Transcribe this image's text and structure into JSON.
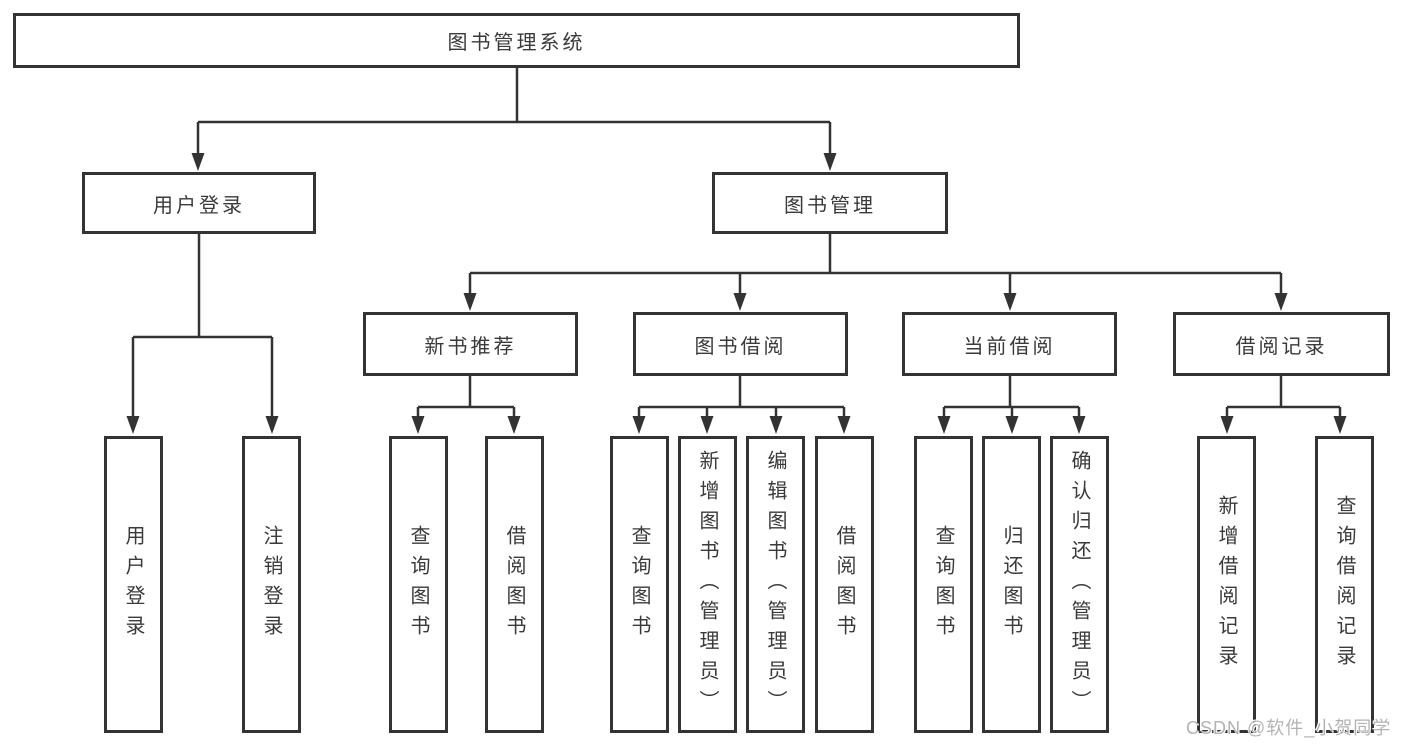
{
  "diagram": {
    "type": "hierarchy-tree",
    "root": {
      "label": "图书管理系统"
    },
    "branches": [
      {
        "label": "用户登录",
        "children": [
          {
            "label": "用户登录"
          },
          {
            "label": "注销登录"
          }
        ]
      },
      {
        "label": "图书管理",
        "children": [
          {
            "label": "新书推荐",
            "children": [
              {
                "label": "查询图书"
              },
              {
                "label": "借阅图书"
              }
            ]
          },
          {
            "label": "图书借阅",
            "children": [
              {
                "label": "查询图书"
              },
              {
                "label": "新增图书（管理员）"
              },
              {
                "label": "编辑图书（管理员）"
              },
              {
                "label": "借阅图书"
              }
            ]
          },
          {
            "label": "当前借阅",
            "children": [
              {
                "label": "查询图书"
              },
              {
                "label": "归还图书"
              },
              {
                "label": "确认归还（管理员）"
              }
            ]
          },
          {
            "label": "借阅记录",
            "children": [
              {
                "label": "新增借阅记录"
              },
              {
                "label": "查询借阅记录"
              }
            ]
          }
        ]
      }
    ],
    "watermark": "CSDN @软件_小贺同学",
    "colors": {
      "border": "#333333",
      "line": "#333333",
      "text": "#3a3a3a",
      "watermark": "#b3b3b3",
      "background": "#ffffff"
    }
  }
}
